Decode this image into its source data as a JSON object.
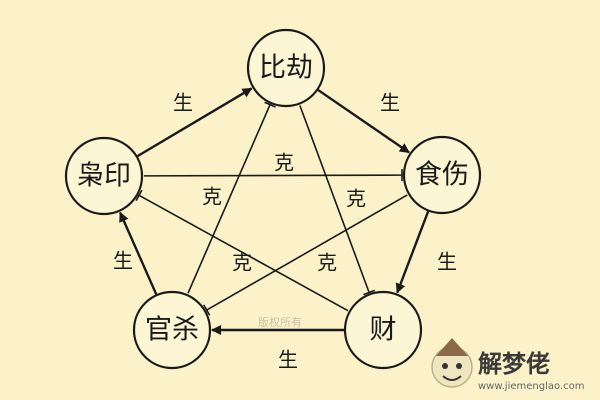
{
  "nodes": [
    {
      "id": "bijie",
      "label": "比劫"
    },
    {
      "id": "shishang",
      "label": "食伤"
    },
    {
      "id": "cai",
      "label": "财"
    },
    {
      "id": "guansha",
      "label": "官杀"
    },
    {
      "id": "xiaoyin",
      "label": "枭印"
    }
  ],
  "generate_edges": [
    {
      "from": "xiaoyin",
      "to": "bijie",
      "label": "生"
    },
    {
      "from": "bijie",
      "to": "shishang",
      "label": "生"
    },
    {
      "from": "shishang",
      "to": "cai",
      "label": "生"
    },
    {
      "from": "cai",
      "to": "guansha",
      "label": "生"
    },
    {
      "from": "guansha",
      "to": "xiaoyin",
      "label": "生"
    }
  ],
  "control_edges": [
    {
      "from": "xiaoyin",
      "to": "shishang",
      "label": "克"
    },
    {
      "from": "cai",
      "to": "xiaoyin",
      "label": "克"
    },
    {
      "from": "guansha",
      "to": "bijie",
      "label": "克"
    },
    {
      "from": "bijie",
      "to": "cai",
      "label": "克"
    },
    {
      "from": "shishang",
      "to": "guansha",
      "label": "克"
    }
  ],
  "watermark": {
    "title": "解梦佬",
    "url": "www.jiemenglao.com",
    "faint": "版权所有"
  },
  "colors": {
    "background": "#fbf2c9",
    "node_fill": "#fdf6d4",
    "stroke": "#1a1a1a"
  }
}
